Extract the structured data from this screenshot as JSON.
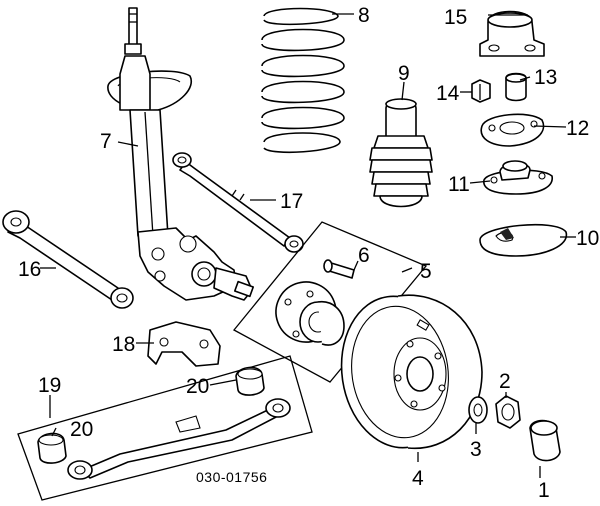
{
  "diagram": {
    "part_number": "030-01756",
    "callouts": {
      "c1": "1",
      "c2": "2",
      "c3": "3",
      "c4": "4",
      "c5": "5",
      "c6": "6",
      "c7": "7",
      "c8": "8",
      "c9": "9",
      "c10": "10",
      "c11": "11",
      "c12": "12",
      "c13": "13",
      "c14": "14",
      "c15": "15",
      "c16": "16",
      "c17": "17",
      "c18": "18",
      "c19": "19",
      "c20a": "20",
      "c20b": "20"
    }
  }
}
